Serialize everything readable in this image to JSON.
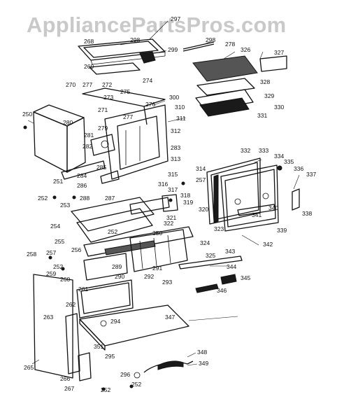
{
  "watermark": "AppliancePartsPros.com",
  "labels": [
    "297",
    "268",
    "298",
    "299",
    "298",
    "278",
    "326",
    "327",
    "269",
    "274",
    "270",
    "277",
    "272",
    "275",
    "300",
    "273",
    "276",
    "328",
    "329",
    "250",
    "310",
    "330",
    "271",
    "277",
    "311",
    "331",
    "280",
    "279",
    "312",
    "281",
    "282",
    "283",
    "313",
    "332",
    "333",
    "334",
    "335",
    "336",
    "337",
    "285",
    "314",
    "257",
    "315",
    "316",
    "317",
    "318",
    "251",
    "286",
    "284",
    "252",
    "253",
    "287",
    "288",
    "319",
    "340",
    "338",
    "341",
    "320",
    "321",
    "254",
    "322",
    "323",
    "339",
    "342",
    "252",
    "350",
    "255",
    "256",
    "324",
    "343",
    "258",
    "257",
    "289",
    "325",
    "344",
    "252",
    "259",
    "290",
    "291",
    "345",
    "260",
    "292",
    "293",
    "261",
    "346",
    "262",
    "294",
    "347",
    "263",
    "351",
    "348",
    "295",
    "265",
    "349",
    "266",
    "296",
    "267",
    "252",
    "252"
  ],
  "colors": {
    "background": "#ffffff",
    "ink": "#111111",
    "watermark": "#c9c9c9"
  }
}
